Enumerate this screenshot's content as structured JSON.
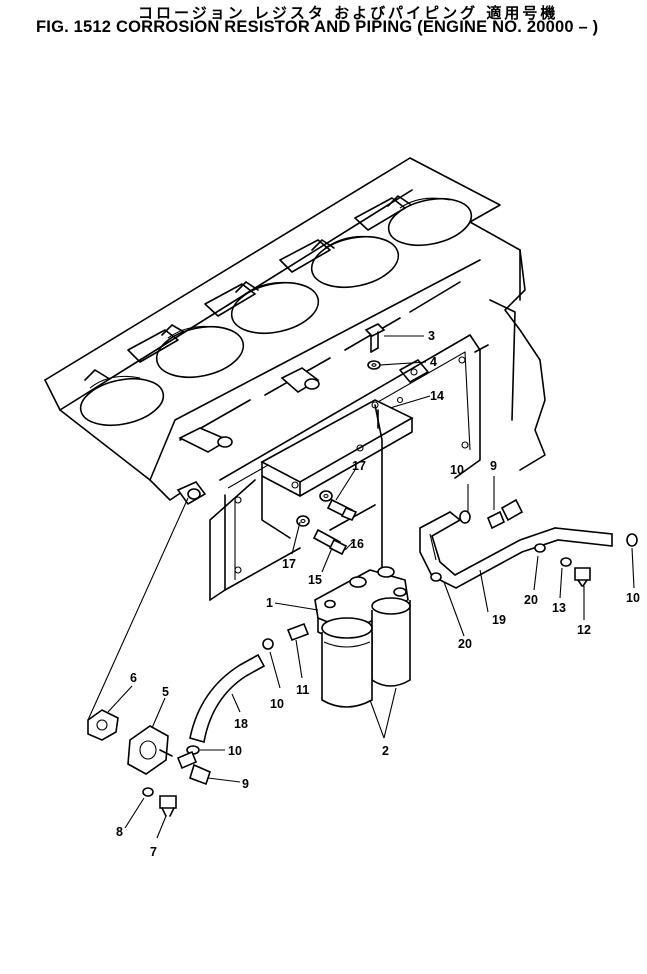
{
  "title_jp": "コロージョン レジスタ およびパイピング 適用号機",
  "title_en": "FIG. 1512  CORROSION RESISTOR AND PIPING (ENGINE NO. 20000 – )",
  "callouts": [
    {
      "id": "c1",
      "text": "1"
    },
    {
      "id": "c2",
      "text": "2"
    },
    {
      "id": "c3",
      "text": "3"
    },
    {
      "id": "c4",
      "text": "4"
    },
    {
      "id": "c5",
      "text": "5"
    },
    {
      "id": "c6",
      "text": "6"
    },
    {
      "id": "c7",
      "text": "7"
    },
    {
      "id": "c8",
      "text": "8"
    },
    {
      "id": "c9a",
      "text": "9"
    },
    {
      "id": "c9b",
      "text": "9"
    },
    {
      "id": "c10a",
      "text": "10"
    },
    {
      "id": "c10b",
      "text": "10"
    },
    {
      "id": "c10c",
      "text": "10"
    },
    {
      "id": "c10d",
      "text": "10"
    },
    {
      "id": "c11",
      "text": "11"
    },
    {
      "id": "c12",
      "text": "12"
    },
    {
      "id": "c13",
      "text": "13"
    },
    {
      "id": "c14",
      "text": "14"
    },
    {
      "id": "c15",
      "text": "15"
    },
    {
      "id": "c16",
      "text": "16"
    },
    {
      "id": "c17a",
      "text": "17"
    },
    {
      "id": "c17b",
      "text": "17"
    },
    {
      "id": "c18",
      "text": "18"
    },
    {
      "id": "c19",
      "text": "19"
    },
    {
      "id": "c20a",
      "text": "20"
    },
    {
      "id": "c20b",
      "text": "20"
    }
  ]
}
